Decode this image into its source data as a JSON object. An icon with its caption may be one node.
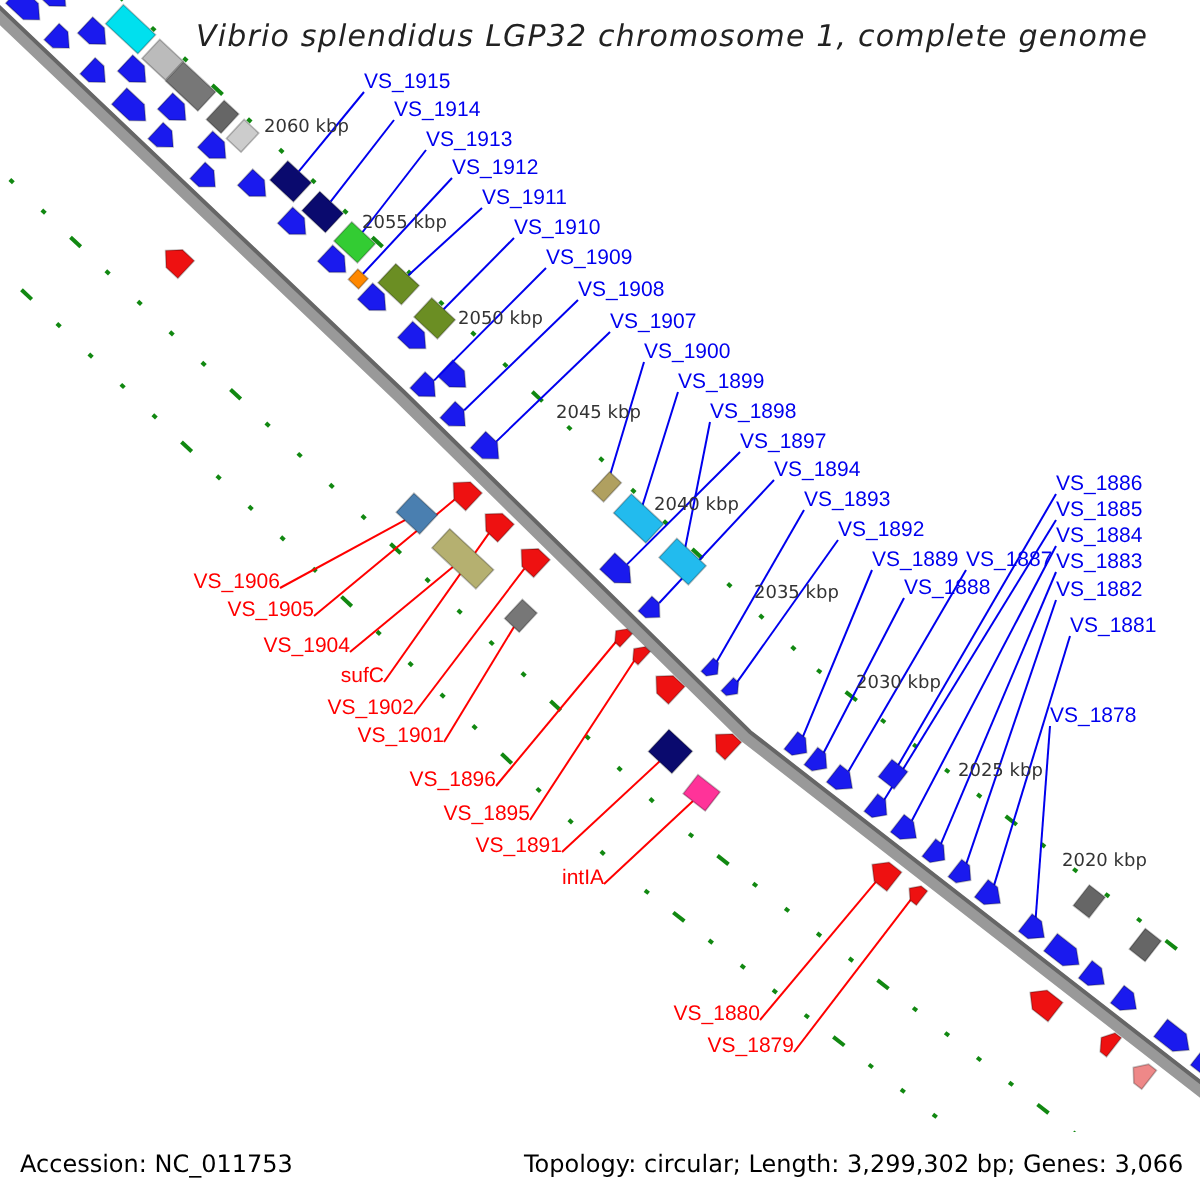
{
  "diagram": {
    "title": "Vibrio splendidus LGP32 chromosome 1, complete genome",
    "nodes": [
      {
        "text": [
          "VS_1915"
        ]
      },
      {
        "text": [
          "VS_1914"
        ]
      },
      {
        "text": [
          "VS_1913"
        ]
      },
      {
        "text": [
          "VS_1912"
        ]
      },
      {
        "text": [
          "VS_1911"
        ]
      },
      {
        "text": [
          "VS_1910"
        ]
      },
      {
        "text": [
          "VS_1909"
        ]
      },
      {
        "text": [
          "VS_1908"
        ]
      },
      {
        "text": [
          "VS_1907"
        ]
      },
      {
        "text": [
          "VS_1900"
        ]
      },
      {
        "text": [
          "VS_1899"
        ]
      },
      {
        "text": [
          "VS_1898"
        ]
      },
      {
        "text": [
          "VS_1897"
        ]
      },
      {
        "text": [
          "VS_1894"
        ]
      },
      {
        "text": [
          "VS_1893"
        ]
      },
      {
        "text": [
          "VS_1892"
        ]
      },
      {
        "text": [
          "VS_1889"
        ]
      },
      {
        "text": [
          "VS_1888"
        ]
      },
      {
        "text": [
          "VS_1887"
        ]
      },
      {
        "text": [
          "VS_1886"
        ]
      },
      {
        "text": [
          "VS_1885"
        ]
      },
      {
        "text": [
          "VS_1884"
        ]
      },
      {
        "text": [
          "VS_1883"
        ]
      },
      {
        "text": [
          "VS_1882"
        ]
      },
      {
        "text": [
          "VS_1881"
        ]
      },
      {
        "text": [
          "VS_1878"
        ]
      },
      {
        "text": [
          "VS_1906"
        ]
      },
      {
        "text": [
          "VS_1905"
        ]
      },
      {
        "text": [
          "VS_1904"
        ]
      },
      {
        "text": [
          "sufC"
        ]
      },
      {
        "text": [
          "VS_1902"
        ]
      },
      {
        "text": [
          "VS_1901"
        ]
      },
      {
        "text": [
          "VS_1896"
        ]
      },
      {
        "text": [
          "VS_1895"
        ]
      },
      {
        "text": [
          "VS_1891"
        ]
      },
      {
        "text": [
          "intIA"
        ]
      },
      {
        "text": [
          "VS_1880"
        ]
      },
      {
        "text": [
          "VS_1879"
        ]
      },
      {
        "text": [],
        "shape": "diamond"
      },
      {
        "text": [],
        "shape": "diamond"
      },
      {
        "text": [],
        "shape": "diamond"
      },
      {
        "text": [],
        "shape": "diamond"
      },
      {
        "text": [],
        "shape": "diamond"
      },
      {
        "text": [],
        "shape": "diamond"
      },
      {
        "text": [],
        "shape": "arrow"
      },
      {
        "text": [],
        "shape": "arrow"
      },
      {
        "text": [],
        "shape": "diamond"
      },
      {
        "text": [],
        "shape": "arrow"
      },
      {
        "text": [],
        "shape": "arrow"
      },
      {
        "text": [],
        "shape": "diamond"
      },
      {
        "text": [],
        "shape": "arrow"
      },
      {
        "text": [],
        "shape": "arrow"
      },
      {
        "text": [],
        "shape": "diamond"
      },
      {
        "text": [],
        "shape": "diamond"
      },
      {
        "text": [],
        "shape": "diamond"
      },
      {
        "text": [],
        "shape": "arrow"
      },
      {
        "text": [],
        "shape": "diamond"
      },
      {
        "text": [],
        "shape": "arrow"
      },
      {
        "text": [],
        "shape": "arrow"
      },
      {
        "text": [],
        "shape": "arrow"
      },
      {
        "text": [],
        "shape": "arrow"
      },
      {
        "text": [],
        "shape": "diamond"
      },
      {
        "text": [],
        "shape": "arrow"
      },
      {
        "text": [],
        "shape": "diamond"
      },
      {
        "text": [],
        "shape": "arrow"
      },
      {
        "text": [],
        "shape": "arrow"
      },
      {
        "text": [],
        "shape": "arrow"
      },
      {
        "text": [],
        "shape": "diamond"
      },
      {
        "text": [],
        "shape": "arrow"
      },
      {
        "text": [],
        "shape": "arrow"
      },
      {
        "text": [],
        "shape": "arrow"
      },
      {
        "text": [],
        "shape": "arrow"
      },
      {
        "text": [],
        "shape": "arrow"
      },
      {
        "text": [],
        "shape": "arrow"
      },
      {
        "text": [],
        "shape": "arrow"
      },
      {
        "text": [],
        "shape": "arrow"
      }
    ],
    "edges": [
      {
        "from": 0,
        "to": 38,
        "arrow": "none"
      },
      {
        "from": 1,
        "to": 39,
        "arrow": "none"
      },
      {
        "from": 2,
        "to": 40,
        "arrow": "none"
      },
      {
        "from": 3,
        "to": 41,
        "arrow": "none"
      },
      {
        "from": 4,
        "to": 42,
        "arrow": "none"
      },
      {
        "from": 5,
        "to": 43,
        "arrow": "none"
      },
      {
        "from": 6,
        "to": 44,
        "arrow": "none"
      },
      {
        "from": 7,
        "to": 45,
        "arrow": "none"
      },
      {
        "from": 8,
        "to": 47,
        "arrow": "none"
      },
      {
        "from": 9,
        "to": 52,
        "arrow": "none"
      },
      {
        "from": 10,
        "to": 54,
        "arrow": "none"
      },
      {
        "from": 11,
        "to": 56,
        "arrow": "none"
      },
      {
        "from": 12,
        "to": 55,
        "arrow": "none"
      },
      {
        "from": 13,
        "to": 58,
        "arrow": "none"
      },
      {
        "from": 14,
        "to": 60,
        "arrow": "none"
      },
      {
        "from": 15,
        "to": 62,
        "arrow": "none"
      },
      {
        "from": 16,
        "to": 64,
        "arrow": "none"
      },
      {
        "from": 17,
        "to": 65,
        "arrow": "none"
      },
      {
        "from": 18,
        "to": 66,
        "arrow": "none"
      },
      {
        "from": 19,
        "to": 67,
        "arrow": "none"
      },
      {
        "from": 20,
        "to": 68,
        "arrow": "none"
      },
      {
        "from": 21,
        "to": 69,
        "arrow": "none"
      },
      {
        "from": 22,
        "to": 71,
        "arrow": "none"
      },
      {
        "from": 23,
        "to": 73,
        "arrow": "none"
      },
      {
        "from": 24,
        "to": 74,
        "arrow": "none"
      },
      {
        "from": 25,
        "to": 75,
        "arrow": "none"
      },
      {
        "from": 26,
        "to": 46,
        "arrow": "none",
        "color": "#ff0000"
      },
      {
        "from": 27,
        "to": 48,
        "arrow": "none",
        "color": "#ff0000"
      },
      {
        "from": 28,
        "to": 49,
        "arrow": "none",
        "color": "#ff0000"
      },
      {
        "from": 29,
        "to": 50,
        "arrow": "none",
        "color": "#ff0000"
      },
      {
        "from": 30,
        "to": 51,
        "arrow": "none",
        "color": "#ff0000"
      },
      {
        "from": 31,
        "to": 53,
        "arrow": "none",
        "color": "#ff0000"
      },
      {
        "from": 32,
        "to": 57,
        "arrow": "none",
        "color": "#ff0000"
      },
      {
        "from": 33,
        "to": 59,
        "arrow": "none",
        "color": "#ff0000"
      },
      {
        "from": 34,
        "to": 61,
        "arrow": "none",
        "color": "#ff0000"
      },
      {
        "from": 35,
        "to": 63,
        "arrow": "none",
        "color": "#ff0000"
      },
      {
        "from": 36,
        "to": 70,
        "arrow": "none",
        "color": "#ff0000"
      },
      {
        "from": 37,
        "to": 72,
        "arrow": "none",
        "color": "#ff0000"
      }
    ],
    "labels": [
      "2060 kbp",
      "2055 kbp",
      "2050 kbp",
      "2045 kbp",
      "2040 kbp",
      "2035 kbp",
      "2030 kbp",
      "2025 kbp",
      "2020 kbp",
      "Accession: NC_011753",
      "Topology: circular; Length: 3,299,302 bp; Genes: 3,066"
    ]
  }
}
